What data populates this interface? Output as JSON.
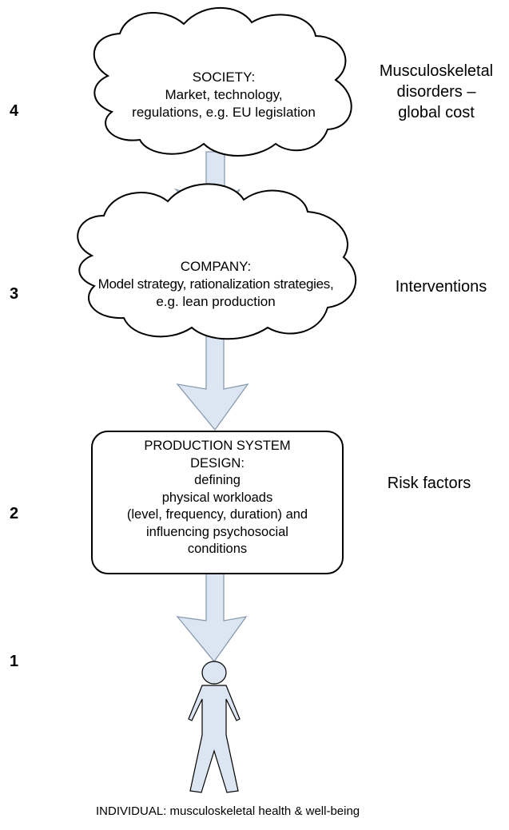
{
  "levels": [
    "4",
    "3",
    "2",
    "1"
  ],
  "society": {
    "title": "SOCIETY:",
    "line1": "Market, technology,",
    "line2": "regulations, e.g. EU legislation",
    "side_label_lines": [
      "Musculoskeletal",
      "disorders –",
      "global cost"
    ]
  },
  "company": {
    "title": "COMPANY:",
    "line1": "Model strategy, rationalization strategies,",
    "line2": "e.g. lean production",
    "side_label": "Interventions"
  },
  "production": {
    "title_line1": "PRODUCTION SYSTEM",
    "title_line2": "DESIGN:",
    "lines": [
      "defining",
      "physical workloads",
      "(level, frequency, duration) and",
      "influencing psychosocial",
      "conditions"
    ],
    "side_label": "Risk factors"
  },
  "individual": {
    "caption": "INDIVIDUAL: musculoskeletal health & well-being"
  },
  "colors": {
    "arrow_fill": "#dce6f2",
    "arrow_stroke": "#8a9bb0",
    "shape_stroke": "#000000"
  }
}
